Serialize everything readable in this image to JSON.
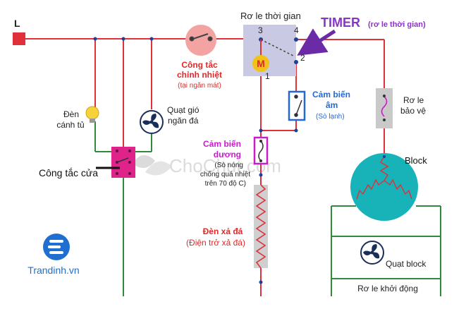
{
  "labels": {
    "line_l": "L",
    "timer_relay": "Rơ le thời gian",
    "timer_title": "TIMER",
    "timer_sub": "(rơ le thời gian)",
    "pin3": "3",
    "pin4": "4",
    "pin2": "2",
    "pin1": "1",
    "motor": "M",
    "thermal_switch_1": "Công tắc",
    "thermal_switch_2": "chỉnh nhiệt",
    "thermal_switch_sub": "(tại ngăn mát)",
    "neg_sensor_1": "Cảm biến",
    "neg_sensor_2": "âm",
    "neg_sensor_sub": "(Sò lạnh)",
    "pos_sensor_1": "Cảm biến",
    "pos_sensor_2": "dương",
    "pos_sensor_sub1": "(Sò nóng",
    "pos_sensor_sub2": "chống quá nhiệt",
    "pos_sensor_sub3": "trên 70 độ C)",
    "protect_relay_1": "Rơ le",
    "protect_relay_2": "bảo vệ",
    "block": "Block",
    "fridge_light_1": "Đèn",
    "fridge_light_2": "cánh tủ",
    "fan_1": "Quạt gió",
    "fan_2": "ngăn đá",
    "door_switch": "Công tắc cửa",
    "defrost_1": "Đèn xả đá",
    "defrost_2": "(Điện trở xả đá)",
    "block_fan": "Quạt block",
    "start_relay": "Rơ le khởi động",
    "brand": "Trandinh.vn",
    "watermark": "ChoChut.com"
  },
  "colors": {
    "wire_red": "#e0303a",
    "wire_green": "#2e8b3c",
    "label_red": "#e02a2a",
    "label_blue": "#2468d8",
    "label_magenta": "#c81ec8",
    "timer_purple": "#8a33c7",
    "timer_box": "#c9c9e3",
    "block_teal": "#18b3b8",
    "brand_blue": "#1f6fd0"
  }
}
